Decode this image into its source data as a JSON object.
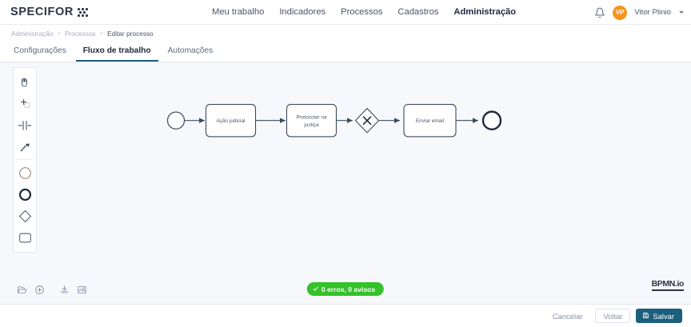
{
  "brand": {
    "name": "SPECIFOR",
    "logo_icon": "specifor-dots-logo"
  },
  "topnav": {
    "items": [
      {
        "label": "Meu trabalho",
        "active": false
      },
      {
        "label": "Indicadores",
        "active": false
      },
      {
        "label": "Processos",
        "active": false
      },
      {
        "label": "Cadastros",
        "active": false
      },
      {
        "label": "Administração",
        "active": true
      }
    ],
    "notification_icon": "bell-icon",
    "user": {
      "initials": "VP",
      "name": "Vitor Plinio",
      "chevron_icon": "chevron-down-icon",
      "avatar_color": "#f7941e"
    }
  },
  "breadcrumb": {
    "items": [
      "Administração",
      "Processos",
      "Editar processo"
    ],
    "separator": ">"
  },
  "tabs": [
    {
      "label": "Configurações",
      "active": false
    },
    {
      "label": "Fluxo de trabalho",
      "active": true
    },
    {
      "label": "Automações",
      "active": false
    }
  ],
  "palette": {
    "tools": [
      {
        "name": "hand-tool-icon",
        "title": "Activate the hand tool"
      },
      {
        "name": "lasso-tool-icon",
        "title": "Activate the lasso tool"
      },
      {
        "name": "space-tool-icon",
        "title": "Activate the create/remove space tool"
      },
      {
        "name": "global-connect-tool-icon",
        "title": "Activate the global connect tool"
      },
      {
        "name": "start-event-icon",
        "title": "Create StartEvent"
      },
      {
        "name": "end-event-icon",
        "title": "Create EndEvent"
      },
      {
        "name": "gateway-icon",
        "title": "Create Gateway"
      },
      {
        "name": "task-icon",
        "title": "Create Task"
      }
    ]
  },
  "canvas_tools": [
    {
      "name": "open-folder-icon",
      "title": "Abrir arquivo"
    },
    {
      "name": "new-diagram-icon",
      "title": "Novo diagrama"
    },
    {
      "name": "download-bpmn-icon",
      "title": "Baixar BPMN"
    },
    {
      "name": "export-image-icon",
      "title": "Exportar imagem"
    }
  ],
  "diagram": {
    "credit": "BPMN.io",
    "nodes": [
      {
        "id": "start",
        "type": "start-event",
        "label": ""
      },
      {
        "id": "task1",
        "type": "task",
        "label": "Ação judicial"
      },
      {
        "id": "task2",
        "type": "task",
        "label": "Protocolar na justiça"
      },
      {
        "id": "gw1",
        "type": "exclusive-gateway",
        "label": ""
      },
      {
        "id": "task3",
        "type": "task",
        "label": "Enviar email"
      },
      {
        "id": "end",
        "type": "end-event",
        "label": ""
      }
    ]
  },
  "status": {
    "icon": "check-icon",
    "text": "0 erros, 0 avisos",
    "color": "#34c12a"
  },
  "footer": {
    "cancel_label": "Cancelar",
    "back_label": "Voltar",
    "save_label": "Salvar",
    "save_icon": "floppy-disk-icon",
    "save_color": "#1b5f7d"
  }
}
